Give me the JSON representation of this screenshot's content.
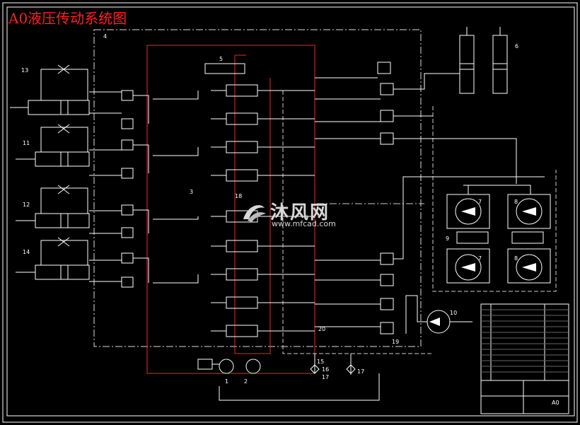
{
  "title": "A0液压传动系统图",
  "labels": {
    "l1": "1",
    "l2": "2",
    "l3": "3",
    "l4": "4",
    "l5": "5",
    "l6": "6",
    "l7a": "7",
    "l7b": "7",
    "l8a": "8",
    "l8b": "8",
    "l9": "9",
    "l10": "10",
    "l11": "11",
    "l12": "12",
    "l13": "13",
    "l14": "14",
    "l15": "15",
    "l16": "16",
    "l17a": "17",
    "l17b": "17",
    "l18": "18",
    "l19": "19",
    "l20": "20"
  },
  "watermark": {
    "main": "沐风网",
    "url": "www.mfcad.com"
  },
  "titleblock": {
    "sheet_size": "A0"
  },
  "colors": {
    "background": "#000000",
    "lines": "#ffffff",
    "accent": "#ff2020",
    "dash": "#d0d0d0"
  }
}
